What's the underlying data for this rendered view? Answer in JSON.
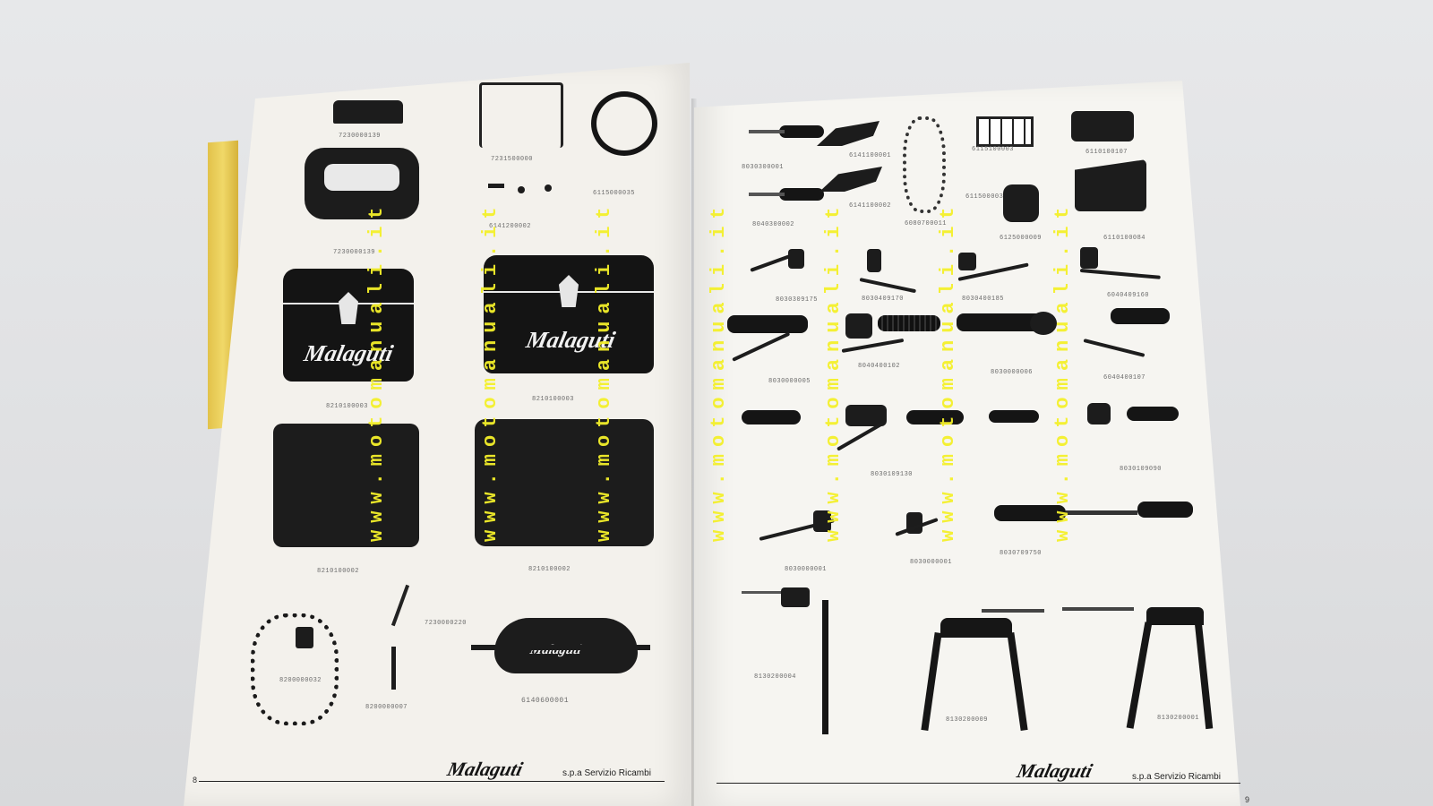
{
  "left_page": {
    "codes": {
      "plate_small": "7230000139",
      "tail_light": "7230000139",
      "rear_rack": "7231500000",
      "cable": "6115000035",
      "bolts": "6141200002",
      "bag_left": "8210100003",
      "bag_right": "8210100003",
      "case_left": "8210100002",
      "case_right": "8210100002",
      "chain_lock": "8200000032",
      "spark_plug_key": "7230000220",
      "pump": "8200000007",
      "tool_bag": "6140600001"
    },
    "logo_bag_left": "Malaguti",
    "logo_bag_right": "Malaguti",
    "logo_tool_bag": "Malaguti",
    "footer_brand": "Malaguti",
    "footer_service": "s.p.a Servizio Ricambi",
    "page_number": "8"
  },
  "right_page": {
    "codes": {
      "throttle_1": "8030300001",
      "throttle_2": "8040300002",
      "chain_guard_1": "6141100001",
      "chain_guard_2": "6141100002",
      "chain": "6080700011",
      "grille": "6115100003",
      "bits": "6115000036",
      "boot": "6125000009",
      "box_1": "6110100107",
      "box_2": "6110100084",
      "lever_1": "8030309175",
      "lever_2": "8030409170",
      "lever_3": "8030400185",
      "lever_4": "6040409160",
      "hb_1": "8030000005",
      "hb_2": "8040400102",
      "hb_3": "8030000006",
      "hb_4": "6040400107",
      "grip_1": "8030109130",
      "grip_2": "8030109090",
      "brake_1": "8030000001",
      "brake_2": "8030000001",
      "grip_3": "8030709750",
      "stand_1": "8130200004",
      "stand_2": "8130200009",
      "stand_3": "8130200001"
    },
    "footer_brand": "Malaguti",
    "footer_service": "s.p.a Servizio Ricambi",
    "page_number": "9"
  },
  "watermark": "www.motomanuali.it",
  "colors": {
    "paper": "#f3f1ec",
    "ink": "#151515",
    "watermark": "#f4f02a",
    "cover": "#e2c24a"
  }
}
